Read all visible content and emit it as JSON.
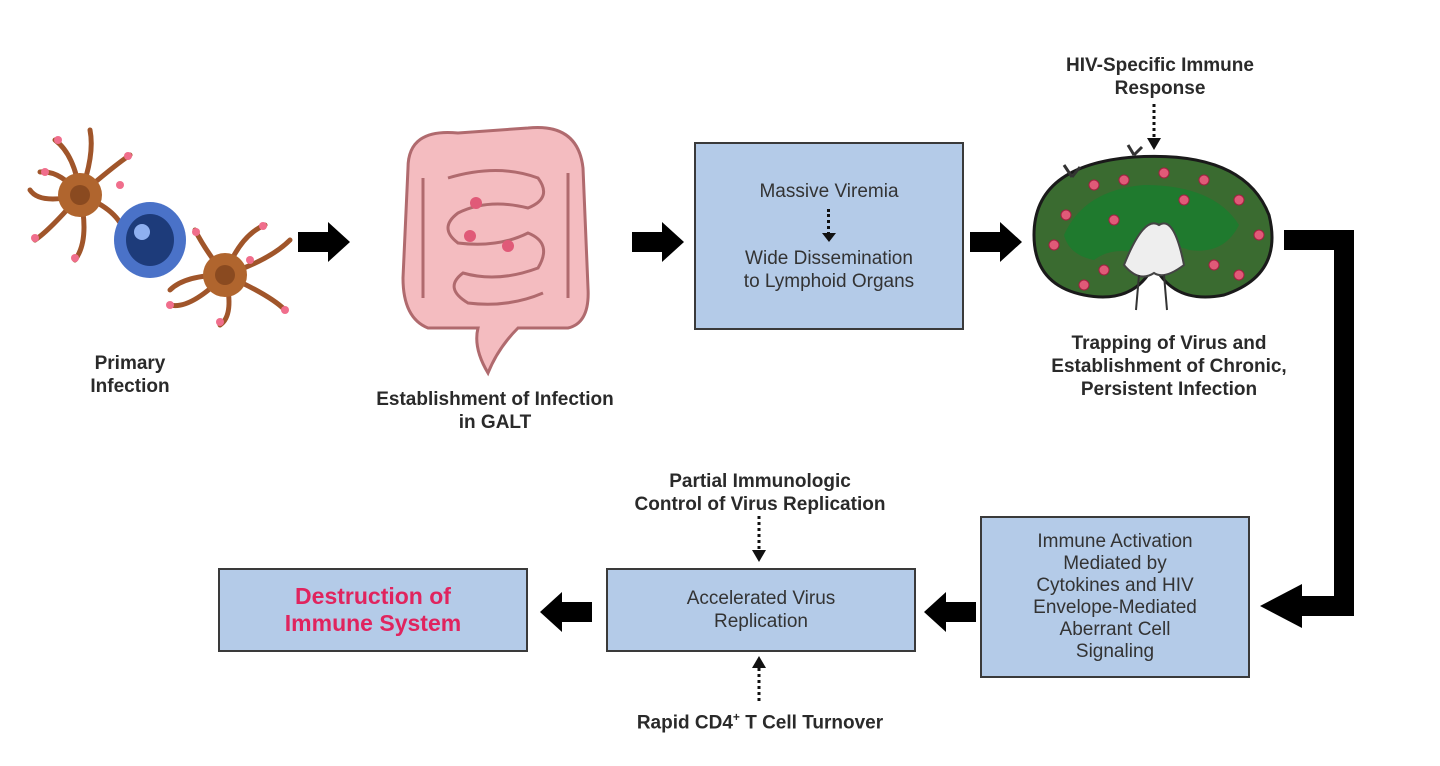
{
  "labels": {
    "primary_infection": [
      "Primary",
      "Infection"
    ],
    "galt": [
      "Establishment of Infection",
      "in GALT"
    ],
    "trapping": [
      "Trapping of Virus and",
      "Establishment of Chronic,",
      "Persistent Infection"
    ],
    "hiv_response": [
      "HIV-Specific Immune",
      "Response"
    ],
    "partial_control": [
      "Partial Immunologic",
      "Control of Virus Replication"
    ],
    "rapid_turnover": {
      "pre": "Rapid CD4",
      "sup": "+",
      "post": " T Cell Turnover"
    }
  },
  "boxes": {
    "viremia": {
      "top": "Massive Viremia",
      "bottom": [
        "Wide Dissemination",
        "to Lymphoid Organs"
      ]
    },
    "immune_activation": [
      "Immune Activation",
      "Mediated by",
      "Cytokines and HIV",
      "Envelope-Mediated",
      "Aberrant Cell",
      "Signaling"
    ],
    "accelerated": [
      "Accelerated Virus",
      "Replication"
    ],
    "destruction": [
      "Destruction of",
      "Immune System"
    ]
  },
  "colors": {
    "box_fill": "#b4cbe8",
    "destruction_text": "#e0245e",
    "arrow": "#000000"
  }
}
